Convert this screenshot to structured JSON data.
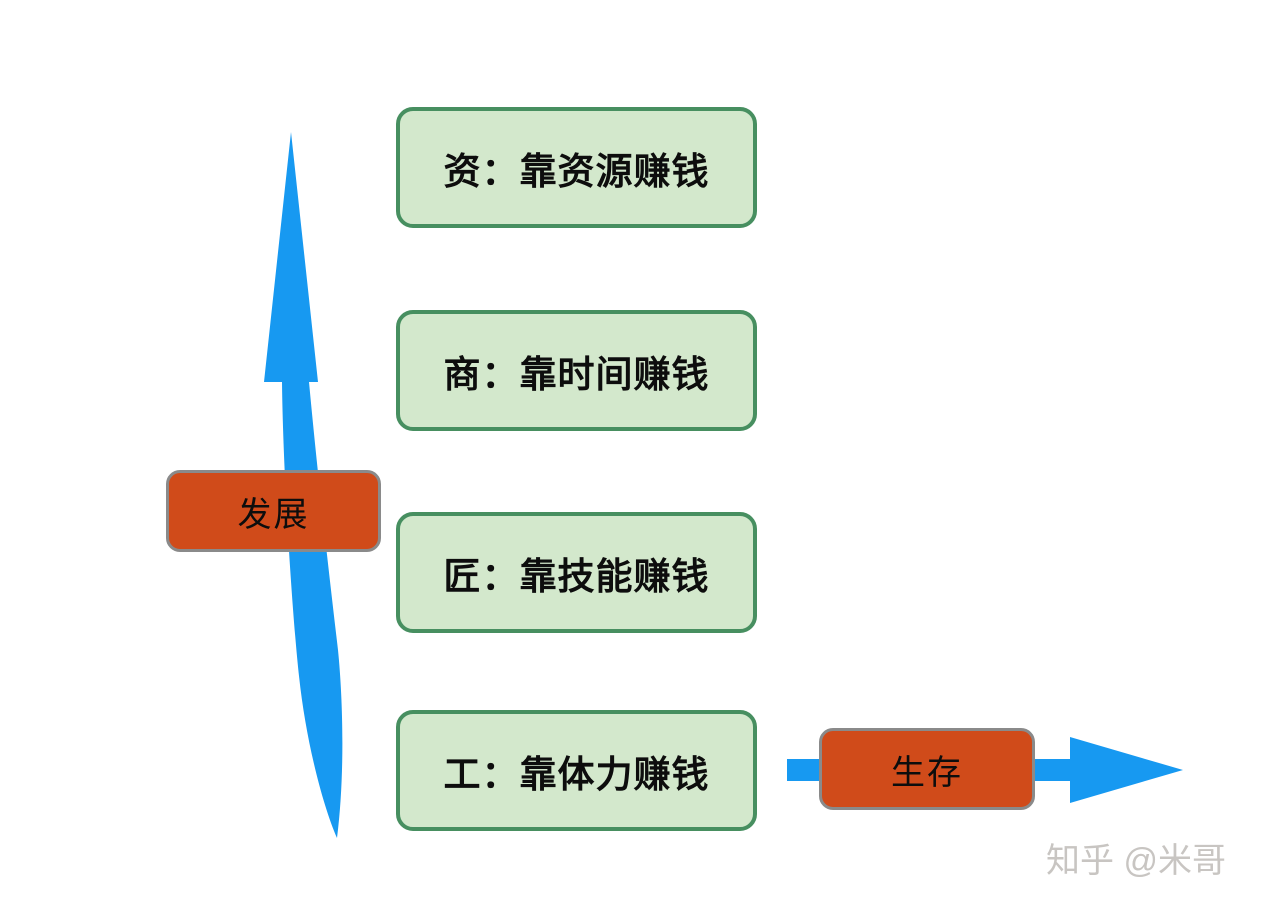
{
  "diagram": {
    "title_implicit": "",
    "levels": [
      {
        "label": "资：靠资源赚钱"
      },
      {
        "label": "商：靠时间赚钱"
      },
      {
        "label": "匠：靠技能赚钱"
      },
      {
        "label": "工：靠体力赚钱"
      }
    ],
    "vertical_axis": {
      "label": "发展",
      "direction": "up"
    },
    "horizontal_axis": {
      "label": "生存",
      "direction": "right"
    },
    "watermark": "知乎 @米哥",
    "colors": {
      "arrow_blue": "#1799f1",
      "level_box_fill": "#d3e8cc",
      "level_box_border": "#478f60",
      "axis_box_fill": "#d04b1a",
      "axis_box_border": "#8a8a8a",
      "text": "#0d0d0d",
      "watermark_gray": "#c8c5c2"
    }
  }
}
